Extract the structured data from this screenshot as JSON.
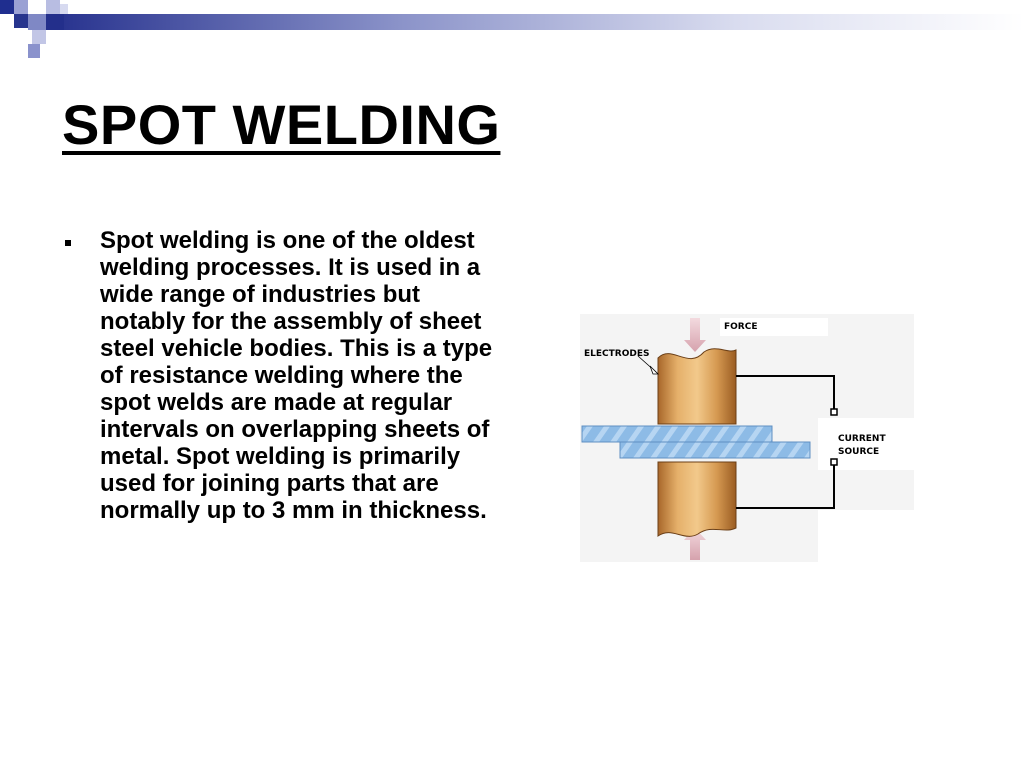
{
  "slide": {
    "title": "SPOT WELDING",
    "bullets": [
      {
        "text": "Spot welding is one of the oldest welding processes. It is used in a wide range of industries but notably for the assembly of sheet steel vehicle bodies. This is a type of resistance welding where the spot welds are made at regular intervals on overlapping sheets of metal. Spot welding is primarily used for joining parts that are normally up to 3 mm in thickness."
      }
    ]
  },
  "diagram": {
    "force_label": "FORCE",
    "electrodes_label": "ELECTRODES",
    "current_label_line1": "CURRENT",
    "current_label_line2": "SOURCE"
  },
  "theme": {
    "accent_dark": "#1f2e8f",
    "accent_light": "#8f97cf",
    "electrode_color": "#d59a4e",
    "sheet_color": "#9bc4ea"
  }
}
